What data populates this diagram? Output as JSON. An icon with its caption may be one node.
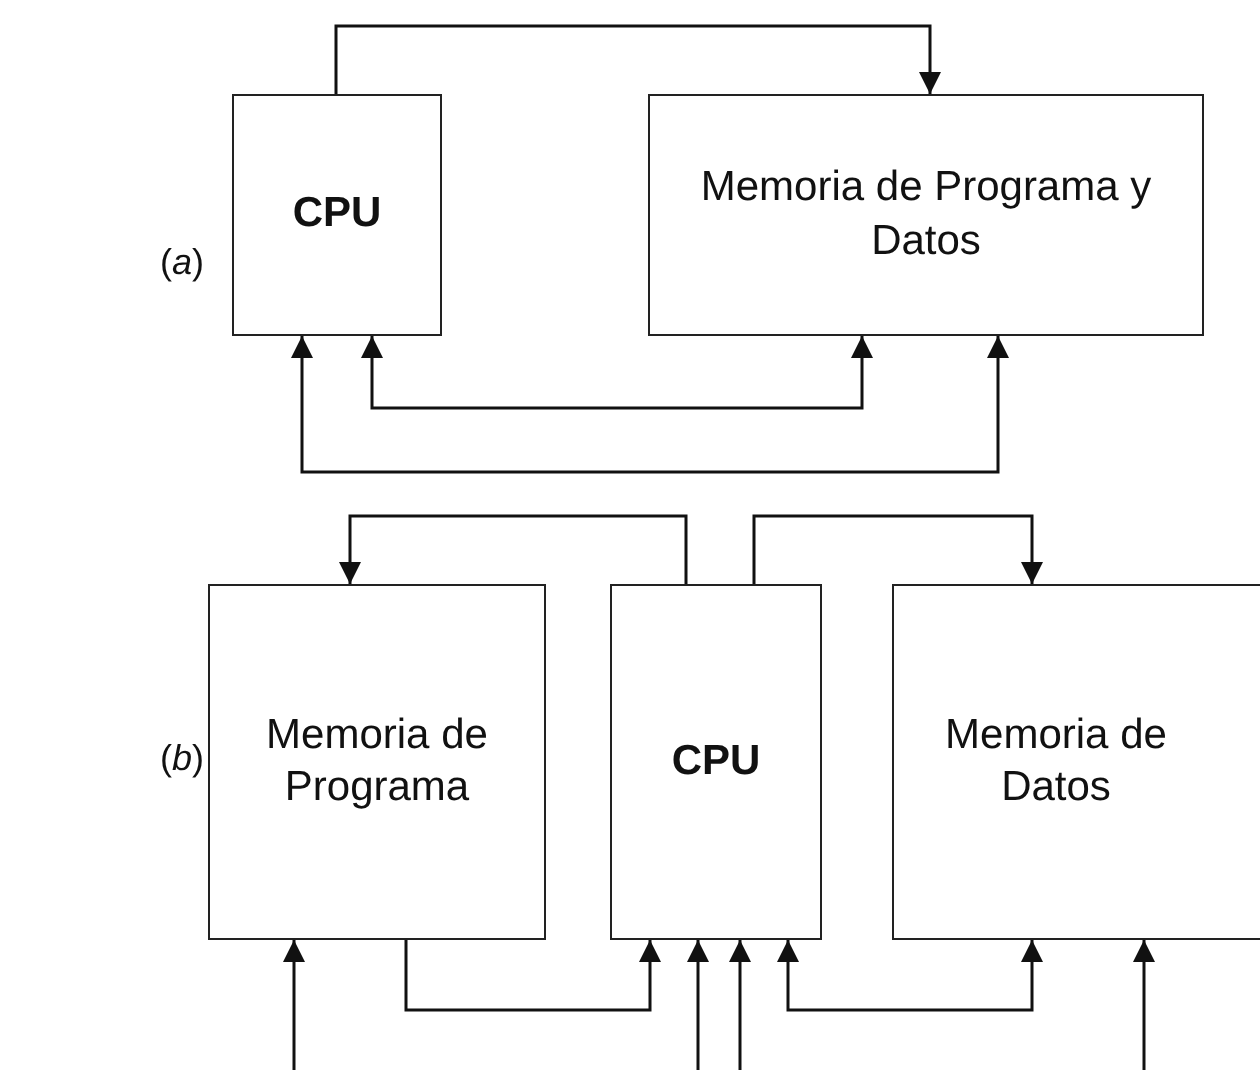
{
  "diagram": {
    "nodes": [
      {
        "text": [
          "CPU"
        ]
      },
      {
        "text": [
          "Memoria de Programa y Datos"
        ]
      },
      {
        "text": [
          "Memoria de Programa"
        ]
      },
      {
        "text": [
          "CPU"
        ]
      },
      {
        "text": [
          "Memoria de Datos"
        ]
      }
    ],
    "edges": [
      {
        "from": 0,
        "to": 1,
        "arrow": "to"
      },
      {
        "from": 0,
        "to": 1,
        "arrow": "both"
      },
      {
        "from": 0,
        "to": 1,
        "arrow": "both"
      },
      {
        "from": 3,
        "to": 2,
        "arrow": "to"
      },
      {
        "from": 3,
        "to": 4,
        "arrow": "to"
      },
      {
        "from": null,
        "to": 2,
        "arrow": "to"
      },
      {
        "from": 2,
        "to": 3,
        "arrow": "to"
      },
      {
        "from": null,
        "to": 3,
        "arrow": "to"
      },
      {
        "from": null,
        "to": 3,
        "arrow": "to"
      },
      {
        "from": 3,
        "to": 4,
        "arrow": "both"
      },
      {
        "from": null,
        "to": 4,
        "arrow": "to"
      }
    ],
    "labels": [
      "(*a*)",
      "(*b*)"
    ]
  }
}
